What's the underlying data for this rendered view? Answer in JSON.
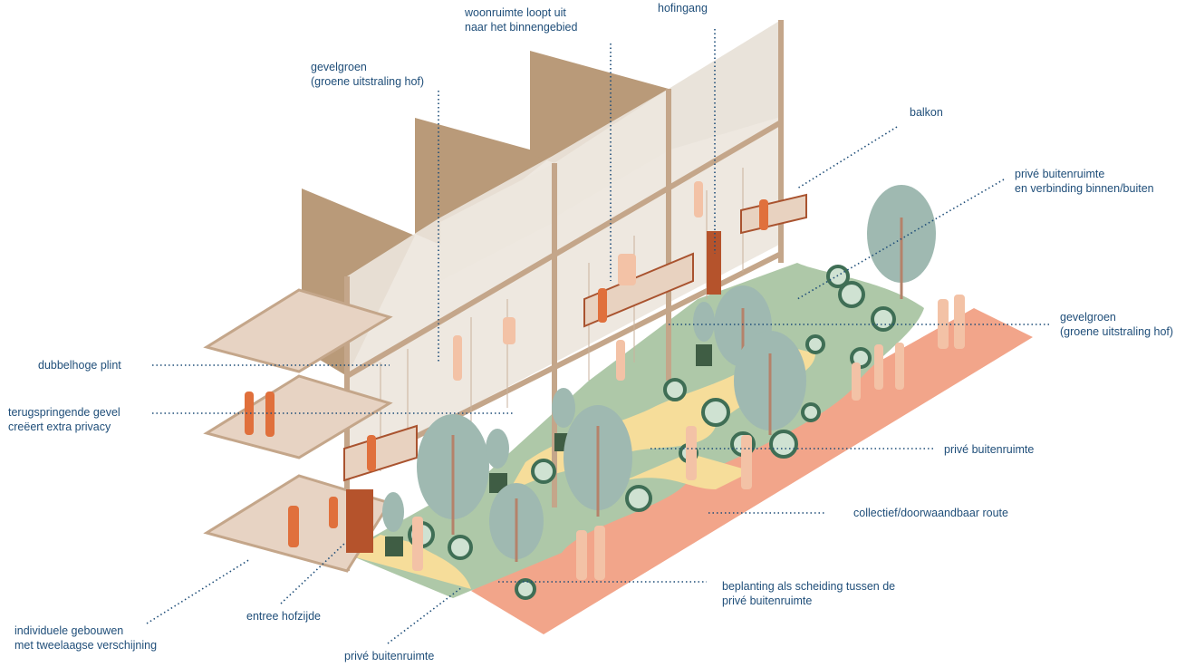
{
  "palette": {
    "label_text": "#1f4e79",
    "leader_line": "#1f4e79",
    "floor_slab": "#e7d3c3",
    "wall_tan": "#b99a79",
    "glass": "#e9e3da",
    "frame": "#c4a68a",
    "people_dark": "#e0703c",
    "people_light": "#f3c2a6",
    "tree_foliage": "#9fb9b1",
    "tree_trunk": "#b5826a",
    "shrub_dark": "#3f6e55",
    "shrub_light": "#cfe2d2",
    "lawn": "#aec8a8",
    "path_yellow": "#f6dd9a",
    "route_red": "#f2a58a",
    "door": "#b5532c"
  },
  "labels": {
    "woonruimte": {
      "line1": "woonruimte loopt uit",
      "line2": "naar het binnengebied"
    },
    "hofingang": {
      "line1": "hofingang"
    },
    "gevelgroen_top": {
      "line1": "gevelgroen",
      "line2": "(groene uitstraling hof)"
    },
    "balkon": {
      "line1": "balkon"
    },
    "prive_verbinding": {
      "line1": "privé buitenruimte",
      "line2": "en verbinding binnen/buiten"
    },
    "gevelgroen_right": {
      "line1": "gevelgroen",
      "line2": "(groene uitstraling hof)"
    },
    "dubbelhoge": {
      "line1": "dubbelhoge plint"
    },
    "terugspringende": {
      "line1": "terugspringende gevel",
      "line2": "creëert extra privacy"
    },
    "prive_mid": {
      "line1": "privé buitenruimte"
    },
    "collectief": {
      "line1": "collectief/doorwaandbaar route"
    },
    "beplanting": {
      "line1": "beplanting als scheiding tussen de",
      "line2": "privé buitenruimte"
    },
    "individuele": {
      "line1": "individuele gebouwen",
      "line2": "met tweelaagse verschijning"
    },
    "entree": {
      "line1": "entree hofzijde"
    },
    "prive_bottom": {
      "line1": "privé buitenruimte"
    }
  }
}
